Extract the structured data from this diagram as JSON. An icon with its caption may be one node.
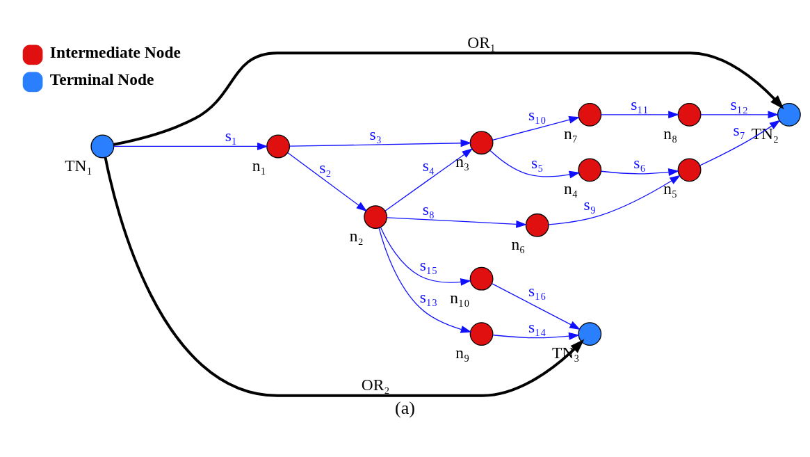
{
  "diagram": {
    "caption": "(a)",
    "nodes": [
      {
        "text": [
          "TN₁"
        ]
      },
      {
        "text": [
          "n₁"
        ]
      },
      {
        "text": [
          "n₂"
        ]
      },
      {
        "text": [
          "n₃"
        ]
      },
      {
        "text": [
          "n₄"
        ]
      },
      {
        "text": [
          "n₅"
        ]
      },
      {
        "text": [
          "n₆"
        ]
      },
      {
        "text": [
          "n₇"
        ]
      },
      {
        "text": [
          "n₈"
        ]
      },
      {
        "text": [
          "n₉"
        ]
      },
      {
        "text": [
          "n₁₀"
        ]
      },
      {
        "text": [
          "TN₂"
        ]
      },
      {
        "text": [
          "TN₃"
        ]
      }
    ],
    "edges": [
      {
        "from": 0,
        "to": 1,
        "arrow": "to",
        "label": "s₁"
      },
      {
        "from": 1,
        "to": 2,
        "arrow": "to",
        "label": "s₂"
      },
      {
        "from": 1,
        "to": 3,
        "arrow": "to",
        "label": "s₃"
      },
      {
        "from": 2,
        "to": 3,
        "arrow": "to",
        "label": "s₄"
      },
      {
        "from": 3,
        "to": 4,
        "arrow": "to",
        "label": "s₅"
      },
      {
        "from": 4,
        "to": 5,
        "arrow": "to",
        "label": "s₆"
      },
      {
        "from": 5,
        "to": 11,
        "arrow": "to",
        "label": "s₇"
      },
      {
        "from": 2,
        "to": 6,
        "arrow": "to",
        "label": "s₈"
      },
      {
        "from": 6,
        "to": 5,
        "arrow": "to",
        "label": "s₉"
      },
      {
        "from": 3,
        "to": 7,
        "arrow": "to",
        "label": "s₁₀"
      },
      {
        "from": 7,
        "to": 8,
        "arrow": "to",
        "label": "s₁₁"
      },
      {
        "from": 8,
        "to": 11,
        "arrow": "to",
        "label": "s₁₂"
      },
      {
        "from": 2,
        "to": 9,
        "arrow": "to",
        "label": "s₁₃"
      },
      {
        "from": 9,
        "to": 12,
        "arrow": "to",
        "label": "s₁₄"
      },
      {
        "from": 2,
        "to": 10,
        "arrow": "to",
        "label": "s₁₅"
      },
      {
        "from": 10,
        "to": 12,
        "arrow": "to",
        "label": "s₁₆"
      },
      {
        "from": 0,
        "to": 11,
        "arrow": "to",
        "label": "OR₁",
        "style": "thick",
        "color": "#000000"
      },
      {
        "from": 0,
        "to": 12,
        "arrow": "to",
        "label": "OR₂",
        "style": "thick",
        "color": "#000000"
      }
    ],
    "legend": [
      {
        "text": "Intermediate Node",
        "color": "#e01010"
      },
      {
        "text": "Terminal Node",
        "color": "#2a7fff"
      }
    ]
  }
}
